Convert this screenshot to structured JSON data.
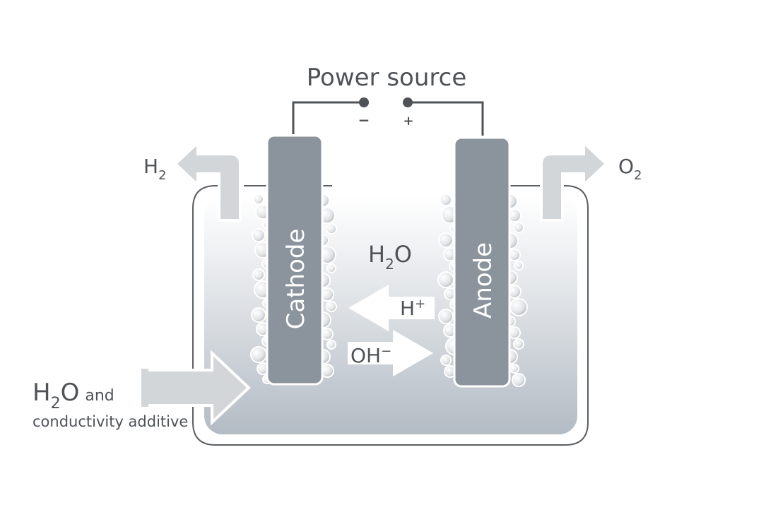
{
  "diagram": {
    "title": "Power source",
    "terminals": {
      "negative": "−",
      "positive": "+"
    },
    "electrodes": {
      "cathode": "Cathode",
      "anode": "Anode"
    },
    "gases": {
      "left": {
        "base": "H",
        "sub": "2"
      },
      "right": {
        "base": "O",
        "sub": "2"
      }
    },
    "electrolyte": {
      "base": "H",
      "sub": "2",
      "tail": "O"
    },
    "ions": {
      "h_plus": {
        "base": "H",
        "sup": "+"
      },
      "oh_minus": {
        "base": "OH",
        "sup": "−"
      }
    },
    "inlet": {
      "line1_base": "H",
      "line1_sub": "2",
      "line1_tail": "O",
      "line1_word": "and",
      "line2": "conductivity additive"
    },
    "colors": {
      "text": "#4f5357",
      "electrode": "#8b949c",
      "wire": "#4f5357",
      "arrow_gray": "#d3d6d9",
      "tank_outline": "#5a5e62",
      "liquid_top": "#f6f7f8",
      "liquid_bottom": "#b4bcc5"
    }
  }
}
